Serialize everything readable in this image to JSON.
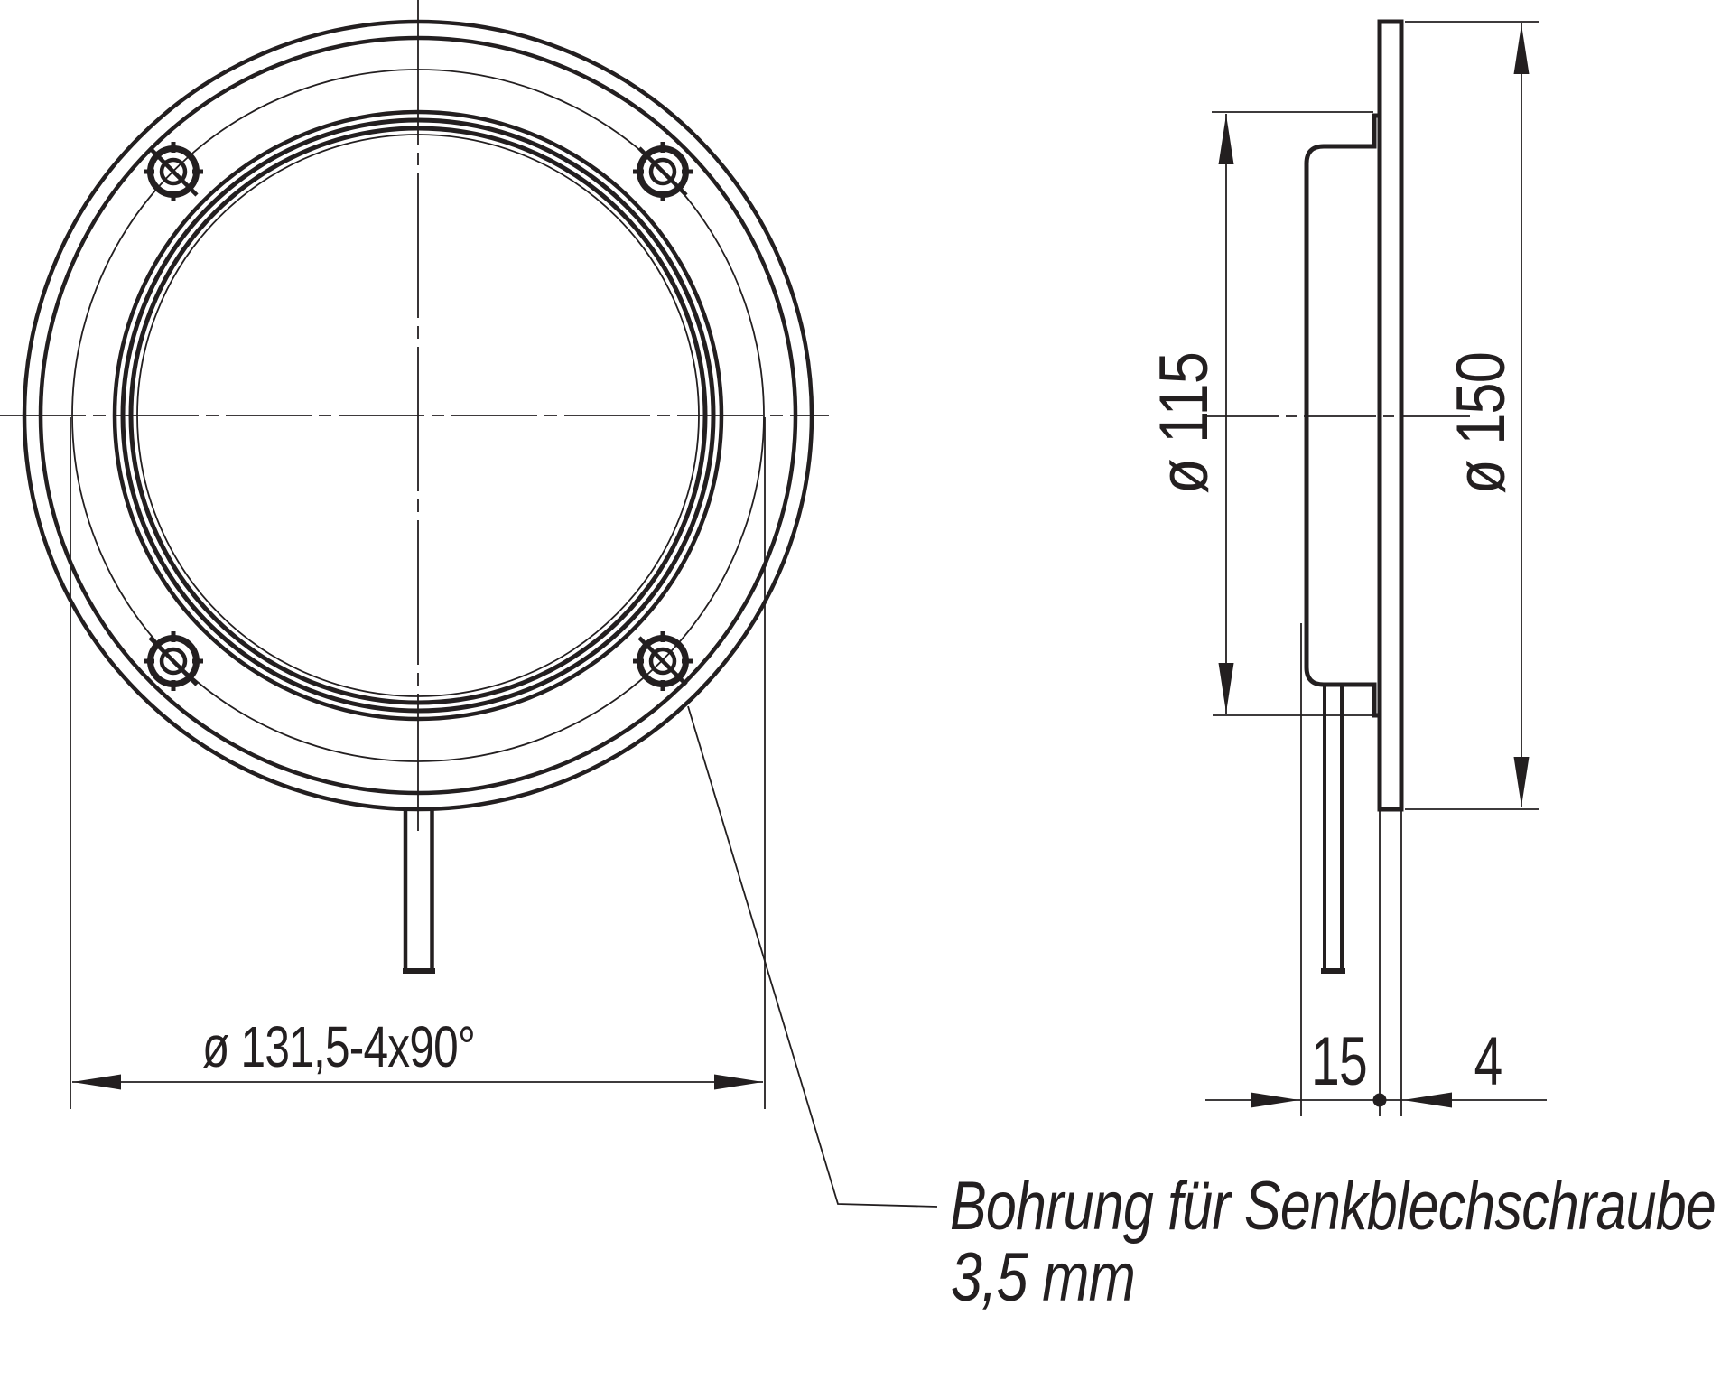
{
  "drawing": {
    "type": "technical dimensional drawing",
    "component": "loudspeaker frame / flange, front and side view"
  },
  "front_view": {
    "bolt_circle_dimension_label": "ø 131,5-4x90°",
    "bolt_circle_mm": 131.5,
    "screw_hole_count": 4,
    "screw_hole_spacing_deg": 90
  },
  "side_view": {
    "basket_diameter_label": "ø 115",
    "basket_diameter_mm": 115,
    "overall_diameter_label": "ø 150",
    "overall_diameter_mm": 150,
    "mounting_depth_label": "15",
    "mounting_depth_mm": 15,
    "flange_thickness_label": "4",
    "flange_thickness_mm": 4
  },
  "note": {
    "line1": "Bohrung für Senkblechschraube",
    "line2": "3,5 mm",
    "meaning": "hole for countersunk self-tapping screw 3.5 mm"
  },
  "colors": {
    "line": "#231f20",
    "background": "#ffffff"
  }
}
